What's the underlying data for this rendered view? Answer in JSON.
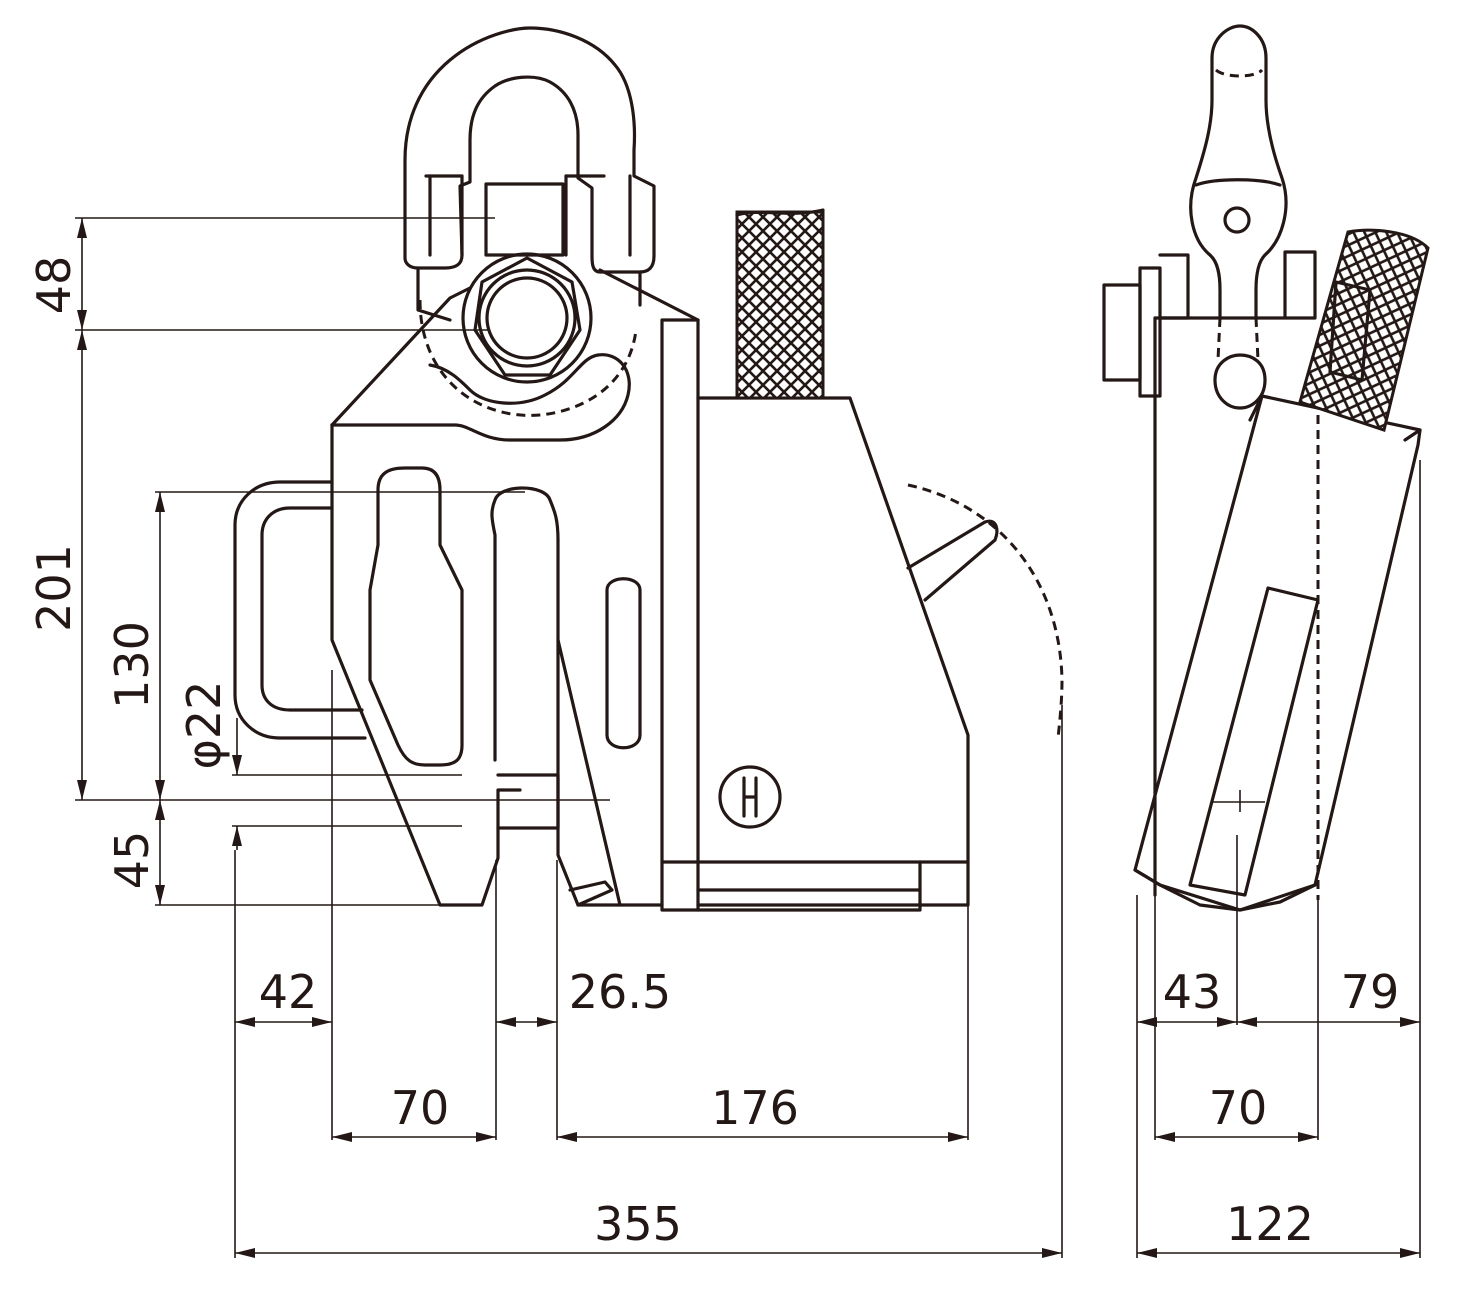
{
  "drawing": {
    "line_color": "#231815",
    "background": "#ffffff"
  },
  "front_view": {
    "dimensions": {
      "d48": "48",
      "d201": "201",
      "d130": "130",
      "d22": "φ22",
      "d45": "45",
      "d42": "42",
      "d26_5": "26.5",
      "d70": "70",
      "d176": "176",
      "d355": "355"
    }
  },
  "side_view": {
    "dimensions": {
      "d43": "43",
      "d79": "79",
      "d70": "70",
      "d122": "122"
    }
  }
}
